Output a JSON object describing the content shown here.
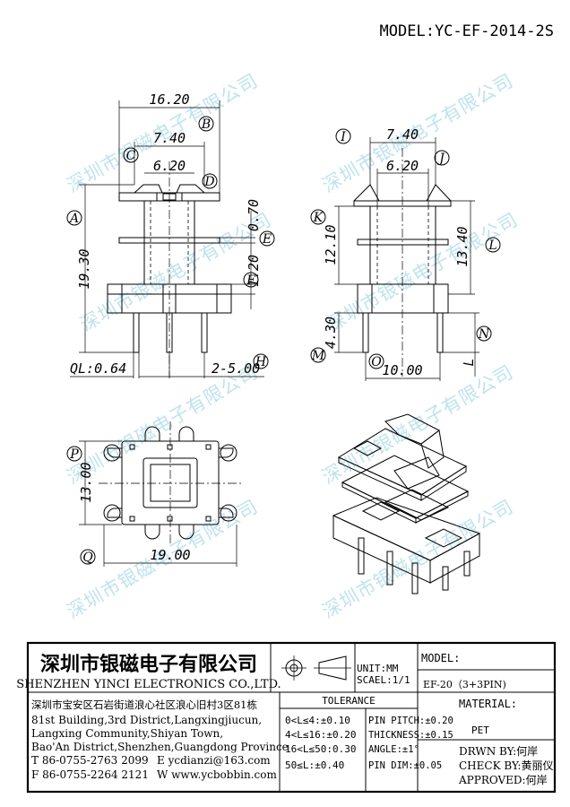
{
  "model_header": "MODEL:YC-EF-2014-2S",
  "watermark": "深圳市银磁电子有限公司",
  "front_view": {
    "dim_width": "16.20",
    "dim_inner": "7.40",
    "dim_core": "6.20",
    "dim_height": "19.30",
    "dim_flange": "0.70",
    "dim_base": "1.20",
    "dim_ql": "QL:0.64",
    "dim_pitch": "2-5.00",
    "labels": [
      "A",
      "B",
      "C",
      "D",
      "E",
      "F",
      "H"
    ]
  },
  "side_view": {
    "dim_inner": "7.40",
    "dim_core": "6.20",
    "dim_win": "12.10",
    "dim_total": "13.40",
    "dim_pin": "4.30",
    "dim_span": "10.00",
    "dim_l": "L",
    "labels": [
      "I",
      "J",
      "K",
      "L",
      "M",
      "N",
      "O"
    ]
  },
  "top_view": {
    "dim_depth": "13.00",
    "dim_width": "19.00",
    "labels": [
      "P",
      "Q"
    ]
  },
  "title_block": {
    "company_cn": "深圳市银磁电子有限公司",
    "company_en": "SHENZHEN YINCI ELECTRONICS CO.,LTD.",
    "unit": "UNIT:MM",
    "scale": "SCAEL:1/1",
    "model_label": "MODEL:",
    "model_value": "EF-20（3+3PIN)",
    "address": [
      "深圳市宝安区石岩街道浪心社区浪心旧村3区81栋",
      "81st Building,3rd District,Langxingjiucun,",
      "Langxing Community,Shiyan Town,",
      "Bao'An District,Shenzhen,Guangdong Province"
    ],
    "tel": "T 86-0755-2763 2099",
    "email": "E ycdianzi@163.com",
    "fax": "F 86-0755-2264 2121",
    "web": "W www.ycbobbin.com",
    "tolerance_title": "TOLERANCE",
    "tolerance_left": [
      "0<L≤4:±0.10",
      "4<L≤16:±0.20",
      "16<L≤50:0.30",
      "50≤L:±0.40"
    ],
    "tolerance_right": [
      "PIN PITCH:±0.20",
      "THICKNESS:±0.15",
      "ANGLE:±1°",
      "PIN DIM:±0.05"
    ],
    "material_label": "MATERIAL:",
    "material_value": "PET",
    "drawn_by": "DRWN BY:何岸",
    "check_by": "CHECK BY:黄丽仪",
    "approved": "APPROVED:何岸"
  }
}
